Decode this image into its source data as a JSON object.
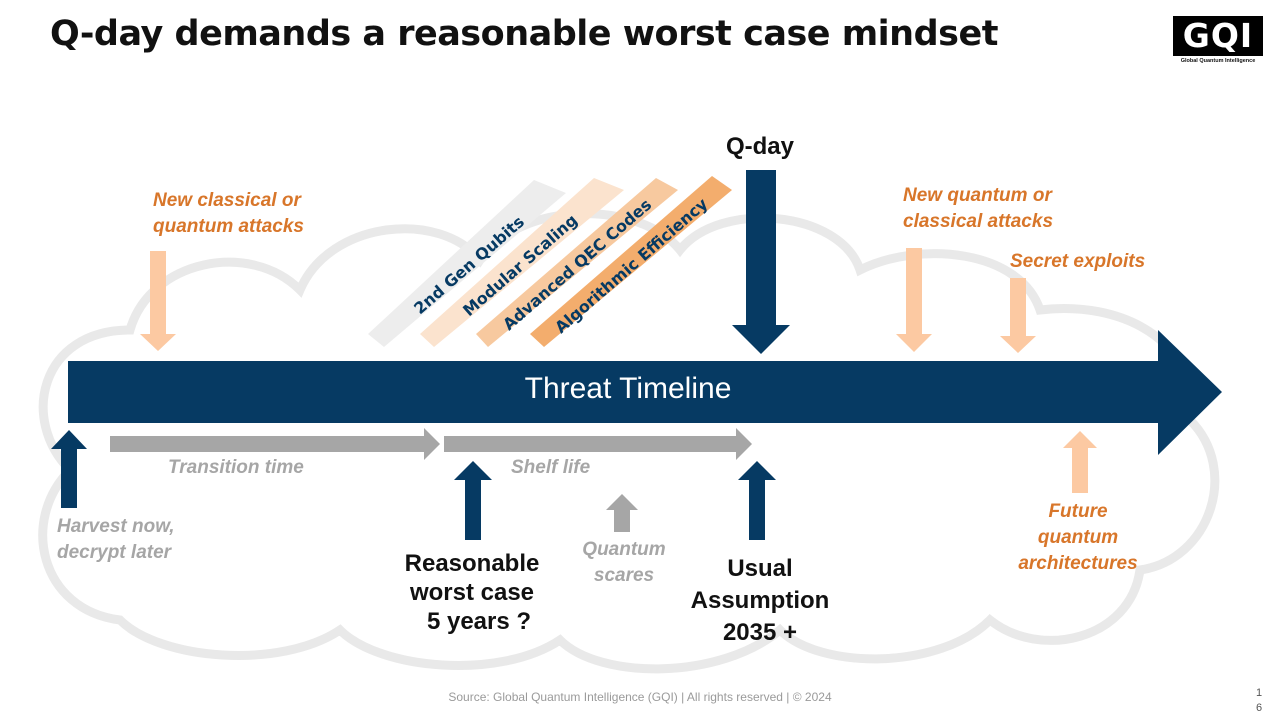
{
  "title": "Q-day demands a reasonable worst case mindset",
  "logo": {
    "text": "GQI",
    "subtitle": "Global Quantum Intelligence"
  },
  "timeline": {
    "label": "Threat Timeline"
  },
  "qday": {
    "label": "Q-day"
  },
  "accelerators": [
    {
      "label": "2nd Gen Qubits",
      "color": "#ededed"
    },
    {
      "label": "Modular Scaling",
      "color": "#fbe3ce"
    },
    {
      "label": "Advanced QEC Codes",
      "color": "#f7c99f"
    },
    {
      "label": "Algorithmic Efficiency",
      "color": "#f3ad6d"
    }
  ],
  "above_events": {
    "new_classical": [
      "New classical or",
      "quantum attacks"
    ],
    "new_quantum": [
      "New quantum or",
      "classical attacks"
    ],
    "secret_exploits": "Secret exploits"
  },
  "below_events": {
    "harvest": [
      "Harvest now,",
      "decrypt later"
    ],
    "transition": "Transition time",
    "shelf_life": "Shelf life",
    "quantum_scares": [
      "Quantum",
      "scares"
    ],
    "reasonable_worst_case": [
      "Reasonable",
      "worst case",
      "5 years ?"
    ],
    "usual_assumption": [
      "Usual",
      "Assumption",
      "2035 +"
    ],
    "future_architectures": [
      "Future",
      "quantum",
      "architectures"
    ]
  },
  "colors": {
    "navy": "#063a63",
    "orange_text": "#d8762a",
    "light_orange_arrow": "#fcc9a2",
    "grey_arrow": "#a6a6a6"
  },
  "footer": "Source: Global Quantum Intelligence (GQI) | All rights reserved | © 2024",
  "page_number": [
    "1",
    "6"
  ]
}
